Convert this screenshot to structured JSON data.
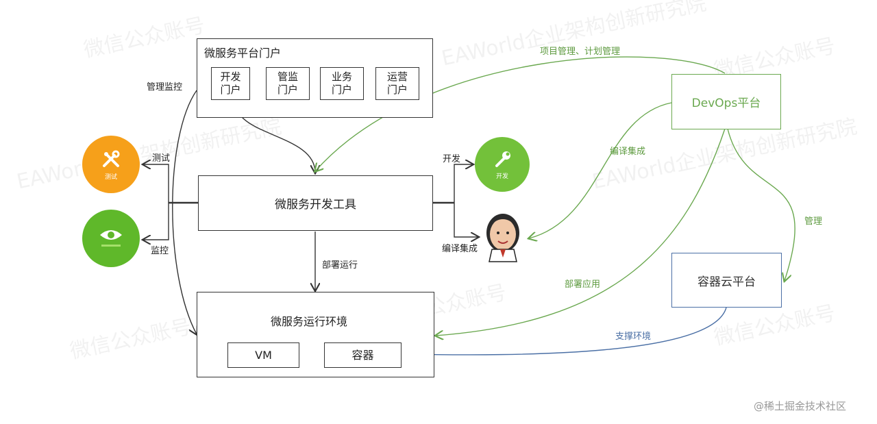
{
  "portal": {
    "title": "微服务平台门户",
    "items": [
      {
        "line1": "开发",
        "line2": "门户"
      },
      {
        "line1": "管监",
        "line2": "门户"
      },
      {
        "line1": "业务",
        "line2": "门户"
      },
      {
        "line1": "运营",
        "line2": "门户"
      }
    ]
  },
  "dev_tools": "微服务开发工具",
  "runtime": {
    "title": "微服务运行环境",
    "vm": "VM",
    "container": "容器"
  },
  "devops": "DevOps平台",
  "cloud": "容器云平台",
  "icons": {
    "test": {
      "name": "tools-icon",
      "caption": "测试"
    },
    "monitor": {
      "name": "eye-icon"
    },
    "dev": {
      "name": "wrench-icon",
      "caption": "开发"
    },
    "jenkins": {
      "name": "jenkins-icon"
    }
  },
  "labels": {
    "manage_monitor": "管理监控",
    "test": "测试",
    "monitor": "监控",
    "develop": "开发",
    "build_ci": "编译集成",
    "deploy_run": "部署运行",
    "project_mgmt": "项目管理、计划管理",
    "build_ci_green": "编译集成",
    "manage": "管理",
    "deploy_app": "部署应用",
    "support_env": "支撑环境"
  },
  "watermarks": [
    "微信公众账号",
    "EAWorld企业架构创新研究院"
  ],
  "brand": "@稀土掘金技术社区",
  "colors": {
    "green": "#6aa84f",
    "blue": "#4a6fa5",
    "orange": "#f6a01a",
    "lightgreen": "#79c43c"
  }
}
